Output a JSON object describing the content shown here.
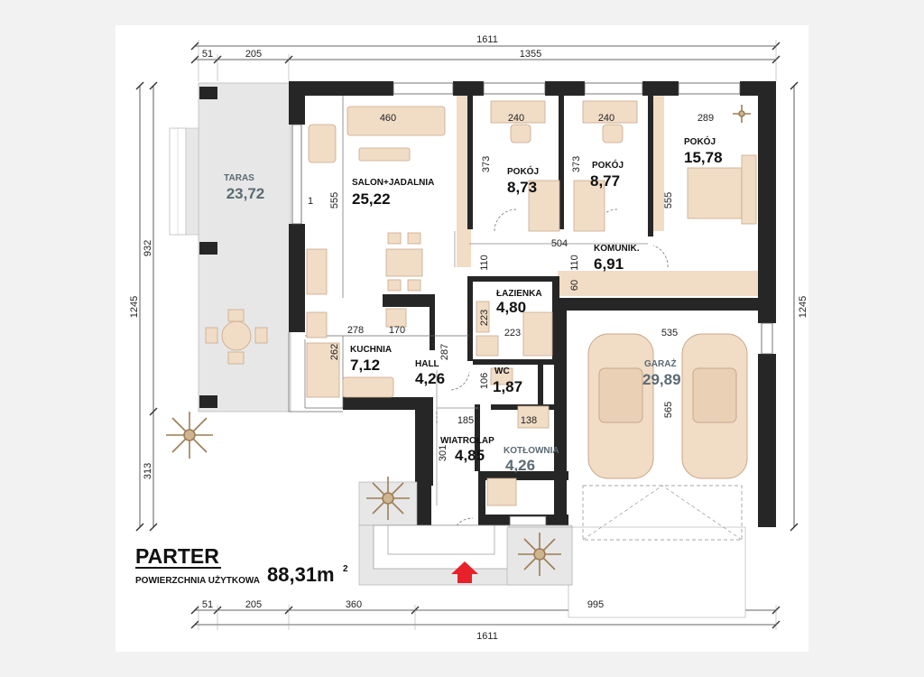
{
  "plan": {
    "title": "PARTER",
    "usable_area_label": "POWIERZCHNIA UŻYTKOWA",
    "usable_area_value": "88,31m",
    "usable_area_unit_sup": "2",
    "entrance_color": "#e8202a",
    "wall_color": "#262626",
    "floor_wood_color": "#f1dcc6",
    "terrace_color": "#e7e7e7"
  },
  "rooms": {
    "taras": {
      "name": "TARAS",
      "area": "23,72"
    },
    "salon": {
      "name": "SALON+JADALNIA",
      "area": "25,22"
    },
    "pokoj1": {
      "name": "POKÓJ",
      "area": "8,73"
    },
    "pokoj2": {
      "name": "POKÓJ",
      "area": "8,77"
    },
    "pokoj3": {
      "name": "POKÓJ",
      "area": "15,78"
    },
    "komunik": {
      "name": "KOMUNIK.",
      "area": "6,91"
    },
    "lazienka": {
      "name": "ŁAZIENKA",
      "area": "4,80"
    },
    "kuchnia": {
      "name": "KUCHNIA",
      "area": "7,12"
    },
    "hall": {
      "name": "HALL",
      "area": "4,26"
    },
    "wc": {
      "name": "WC",
      "area": "1,87"
    },
    "wiatrolap": {
      "name": "WIATROŁAP",
      "area": "4,85"
    },
    "kotlownia": {
      "name": "KOTŁOWNIA",
      "area": "4,26"
    },
    "garaz": {
      "name": "GARAŻ",
      "area": "29,89"
    }
  },
  "dims": {
    "top_total": "1611",
    "top_a": "51",
    "top_b": "205",
    "top_c": "1355",
    "bottom_total": "1611",
    "bottom_a": "51",
    "bottom_b": "205",
    "bottom_c": "360",
    "bottom_d": "995",
    "left_total": "1245",
    "left_a": "932",
    "left_b": "313",
    "right_total": "1245",
    "salon_w": "460",
    "p1_w": "240",
    "p2_w": "240",
    "p3_w": "289",
    "salon_h": "555",
    "p1_h": "373",
    "p2_h": "373",
    "p3_h": "555",
    "kom_w": "504",
    "kor_h1": "110",
    "kor_h2": "110",
    "kor_h3": "60",
    "kuch_w": "278",
    "hall_w": "170",
    "kuch_h": "262",
    "hall_h": "287",
    "laz_w": "223",
    "laz_h": "223",
    "wc_h": "106",
    "wia_w": "185",
    "kot_w": "138",
    "wia_h": "301",
    "gar_w": "535",
    "gar_h": "565",
    "win_mark": "1"
  }
}
